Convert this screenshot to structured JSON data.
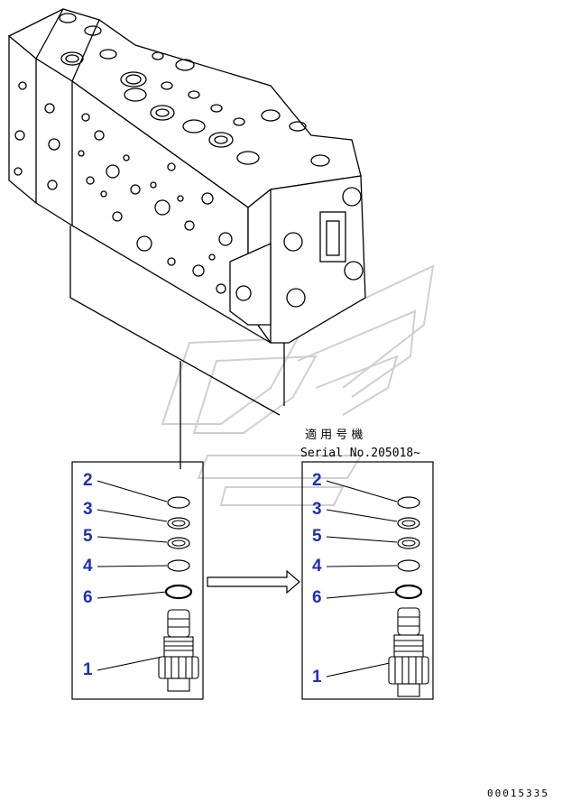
{
  "serial_note": {
    "applicable_label": "適 用 号 機",
    "serial_text": "Serial No.205018~"
  },
  "footer": {
    "drawing_number": "00015335"
  },
  "left_box": {
    "callouts": [
      "2",
      "3",
      "5",
      "4",
      "6",
      "1"
    ]
  },
  "right_box": {
    "callouts": [
      "2",
      "3",
      "5",
      "4",
      "6",
      "1"
    ]
  },
  "colors": {
    "callout": "#1f2fb8",
    "line": "#000000",
    "watermark": "#c8c8c8"
  },
  "icons": [
    "control-valve-block",
    "relief-valve-cartridge",
    "o-ring",
    "backup-ring",
    "watermark-logo",
    "arrow-right"
  ]
}
